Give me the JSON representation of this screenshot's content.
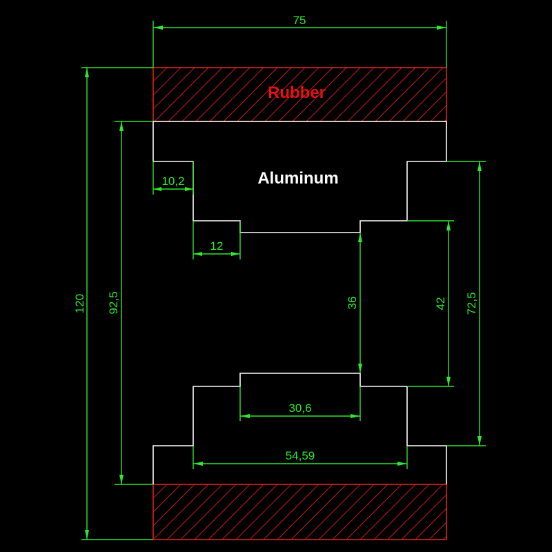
{
  "labels": {
    "rubber": "Rubber",
    "aluminum": "Aluminum"
  },
  "dimensions": {
    "total_width": "75",
    "total_height": "120",
    "hub_height": "92,5",
    "flange_step": "10,2",
    "inner_step": "12",
    "core_height": "36",
    "groove_height": "42",
    "outer_step_height": "72,5",
    "core_width": "30,6",
    "groove_width": "54,59"
  },
  "colors": {
    "background": "#000000",
    "dimension": "#2ee82e",
    "outline": "#ffffff",
    "rubber": "#e02020",
    "rubber_label": "#e81010",
    "aluminum_label": "#ffffff"
  }
}
